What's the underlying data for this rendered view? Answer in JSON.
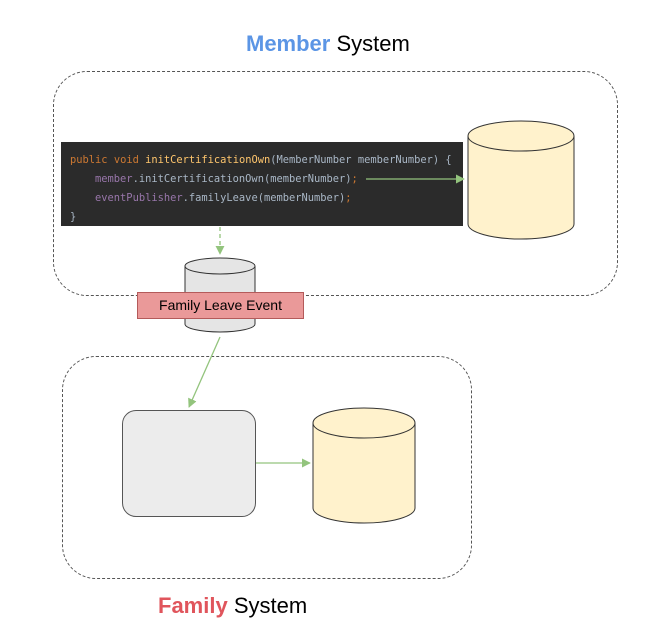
{
  "member_system": {
    "title_accent": "Member",
    "title_rest": " System"
  },
  "family_system": {
    "title_accent": "Family",
    "title_rest": " System"
  },
  "event": {
    "label": "Family Leave Event"
  },
  "code": {
    "line1": {
      "kw1": "public",
      "kw2": "void",
      "method": "initCertificationOwn",
      "params": "(MemberNumber memberNumber) {"
    },
    "line2": {
      "indent": "    ",
      "field": "member",
      "call": ".initCertificationOwn(memberNumber)",
      "semi": ";"
    },
    "line3": {
      "indent": "    ",
      "field": "eventPublisher",
      "call": ".familyLeave(memberNumber)",
      "semi": ";"
    },
    "line4": {
      "text": "}"
    }
  },
  "colors": {
    "member_accent": "#5b95e5",
    "family_accent": "#e0555c",
    "database_fill": "#fff2cc",
    "event_store_fill": "#e5e5e5",
    "event_label_fill": "#ea9999",
    "arrow": "#93c47d",
    "code_background": "#2b2b2b"
  }
}
